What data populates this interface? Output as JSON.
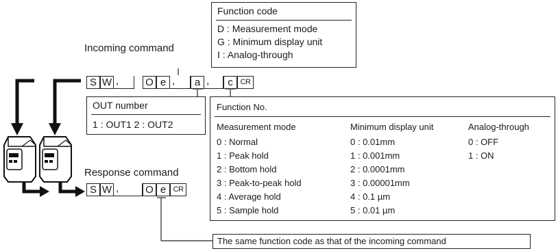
{
  "function_code": {
    "title": "Function code",
    "items": [
      "D : Measurement mode",
      "G : Minimum display unit",
      "I  : Analog-through"
    ]
  },
  "incoming_label": "Incoming command",
  "response_label": "Response command",
  "incoming_chars": [
    "S",
    "W",
    ",",
    "O",
    "e",
    ",",
    "a",
    ",",
    "c",
    "CR"
  ],
  "response_chars": [
    "S",
    "W",
    ",",
    "O",
    "e",
    "CR"
  ],
  "out_number": {
    "title": "OUT number",
    "value": "1 : OUT1  2 : OUT2"
  },
  "function_no": {
    "title": "Function No.",
    "columns": [
      {
        "header": "Measurement mode",
        "rows": [
          "0 : Normal",
          "1 : Peak hold",
          "2 : Bottom hold",
          "3 : Peak-to-peak hold",
          "4 : Average hold",
          "5 : Sample hold"
        ]
      },
      {
        "header": "Minimum display unit",
        "rows": [
          "0 : 0.01mm",
          "1 : 0.001mm",
          "2 : 0.0001mm",
          "3 : 0.00001mm",
          "4 : 0.1 µm",
          "5 : 0.01 µm"
        ]
      },
      {
        "header": "Analog-through",
        "rows": [
          "0 : OFF",
          "1 : ON"
        ]
      }
    ]
  },
  "note": "The same function code as that of the incoming command"
}
